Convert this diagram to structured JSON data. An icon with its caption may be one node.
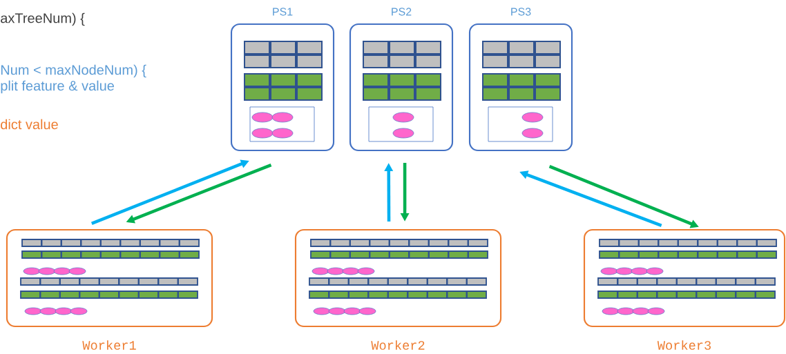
{
  "diagram": {
    "nodes": [
      {
        "text": [
          "PS1"
        ]
      },
      {
        "text": [
          "PS2"
        ]
      },
      {
        "text": [
          "PS3"
        ]
      },
      {
        "text": [
          "Worker1"
        ]
      },
      {
        "text": [
          "Worker2"
        ]
      },
      {
        "text": [
          "Worker3"
        ]
      }
    ],
    "edges": [
      {
        "from": 3,
        "to": 0,
        "arrow": "to",
        "color": "#00b0f0"
      },
      {
        "from": 0,
        "to": 3,
        "arrow": "to",
        "color": "#00b050"
      },
      {
        "from": 4,
        "to": 1,
        "arrow": "to",
        "color": "#00b0f0"
      },
      {
        "from": 1,
        "to": 4,
        "arrow": "to",
        "color": "#00b050"
      },
      {
        "from": 5,
        "to": 2,
        "arrow": "to",
        "color": "#00b0f0"
      },
      {
        "from": 2,
        "to": 5,
        "arrow": "to",
        "color": "#00b050"
      }
    ],
    "labels": [
      "axTreeNum) {",
      "Num < maxNodeNum) {",
      "plit feature & value",
      "dict value"
    ]
  }
}
